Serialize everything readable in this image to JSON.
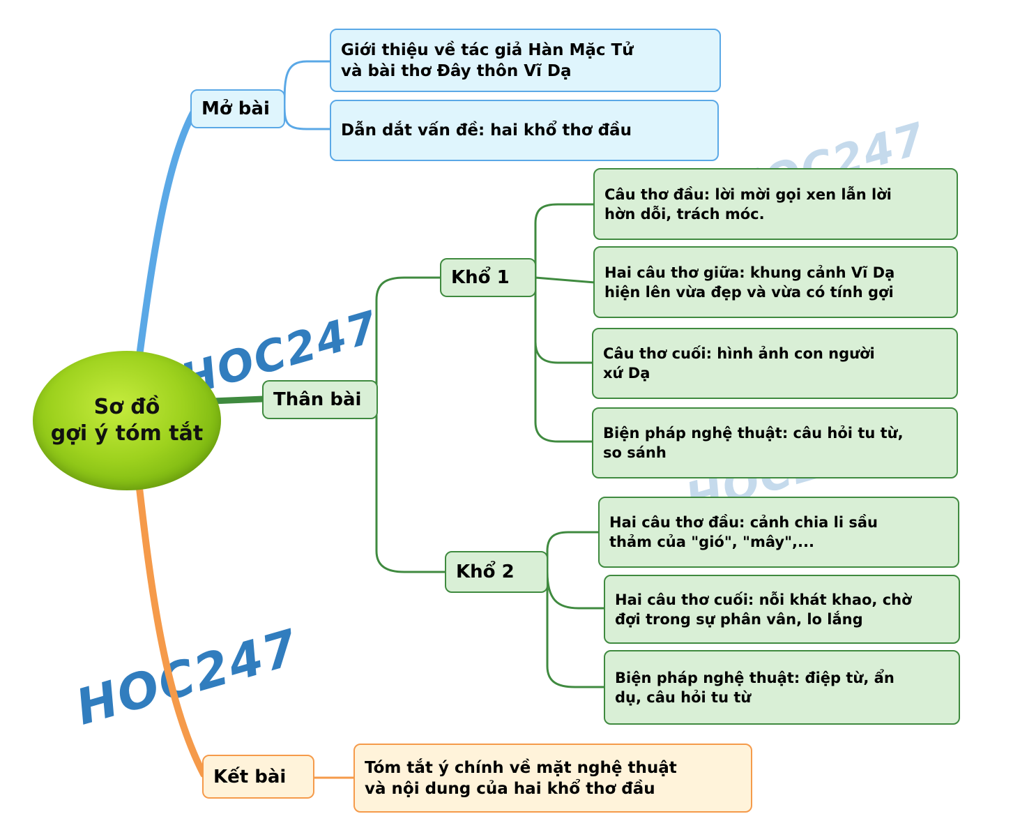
{
  "watermark": "HOC247",
  "center": {
    "line1": "Sơ đồ",
    "line2": "gợi ý tóm tắt"
  },
  "branches": {
    "mo_bai": {
      "label": "Mở bài",
      "items": [
        "Giới thiệu về tác giả Hàn Mặc Tử",
        "và bài thơ Đây thôn Vĩ Dạ",
        "Dẫn dắt vấn đề: hai khổ thơ đầu"
      ]
    },
    "than_bai": {
      "label": "Thân bài",
      "kho1": {
        "label": "Khổ 1",
        "items": [
          {
            "l1": "Câu thơ đầu: lời mời gọi xen lẫn lời",
            "l2": "hờn dỗi, trách móc."
          },
          {
            "l1": "Hai câu thơ giữa: khung cảnh Vĩ Dạ",
            "l2": "hiện lên vừa đẹp và vừa có tính gợi"
          },
          {
            "l1": "Câu thơ cuối: hình ảnh con người",
            "l2": "xứ Dạ"
          },
          {
            "l1": "Biện pháp nghệ thuật: câu hỏi tu từ,",
            "l2": "so sánh"
          }
        ]
      },
      "kho2": {
        "label": "Khổ 2",
        "items": [
          {
            "l1": "Hai câu thơ đầu: cảnh chia li sầu",
            "l2": "thảm của \"gió\", \"mây\",..."
          },
          {
            "l1": "Hai câu thơ cuối: nỗi khát khao, chờ",
            "l2": "đợi trong sự phân vân, lo lắng"
          },
          {
            "l1": "Biện pháp nghệ thuật: điệp từ, ẩn",
            "l2": "dụ, câu hỏi tu từ"
          }
        ]
      }
    },
    "ket_bai": {
      "label": "Kết bài",
      "l1": "Tóm tắt ý chính về mặt nghệ thuật",
      "l2": "và nội dung của hai khổ thơ đầu"
    }
  },
  "colors": {
    "blue": "#5aa8e6",
    "green": "#3f8a3f",
    "orange": "#f59a4a"
  }
}
